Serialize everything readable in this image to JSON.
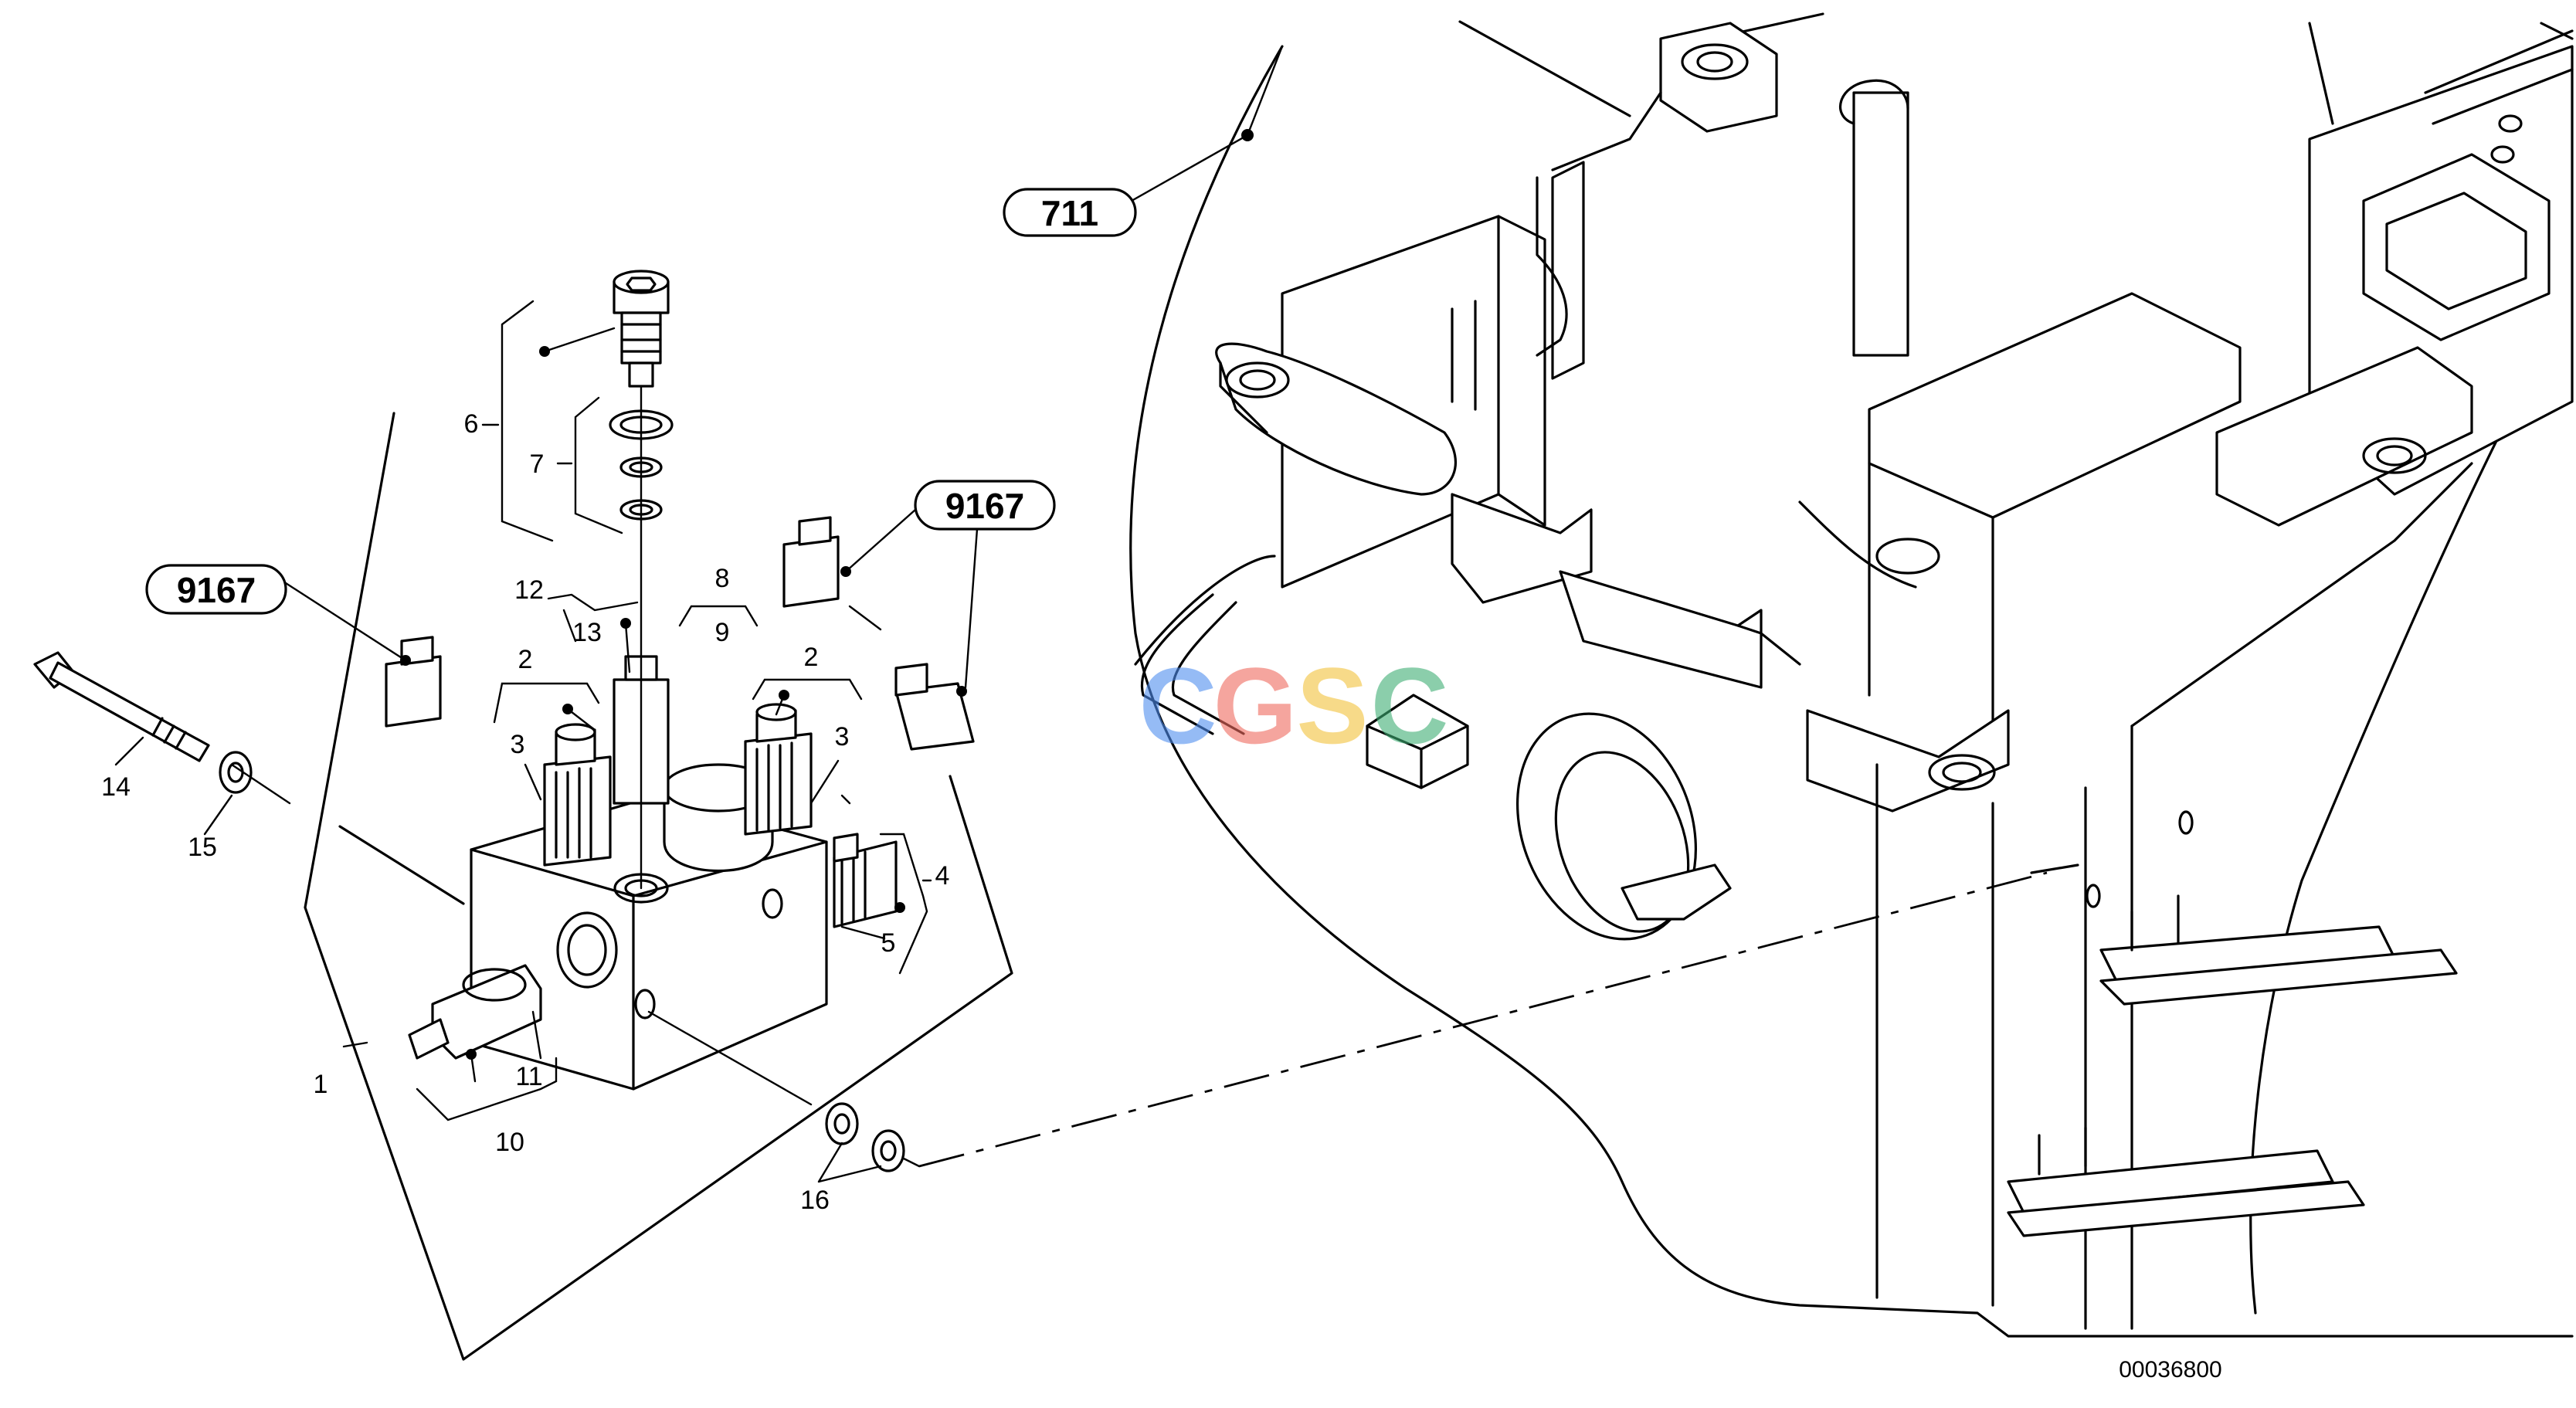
{
  "colors": {
    "line": "#000000",
    "background": "#ffffff"
  },
  "watermark": {
    "letters": [
      {
        "text": "C",
        "color": "#4f8ef0"
      },
      {
        "text": "G",
        "color": "#ef6b5f"
      },
      {
        "text": "S",
        "color": "#f3c33b"
      },
      {
        "text": "C",
        "color": "#3fae74"
      }
    ]
  },
  "references": {
    "frame": "711",
    "connector_left": "9167",
    "connector_right": "9167"
  },
  "callouts": {
    "c1": "1",
    "c2a": "2",
    "c2b": "2",
    "c3a": "3",
    "c3b": "3",
    "c4": "4",
    "c5": "5",
    "c6": "6",
    "c7": "7",
    "c8": "8",
    "c9": "9",
    "c10": "10",
    "c11": "11",
    "c12": "12",
    "c13": "13",
    "c14": "14",
    "c15": "15",
    "c16": "16"
  },
  "document_number": "00036800"
}
